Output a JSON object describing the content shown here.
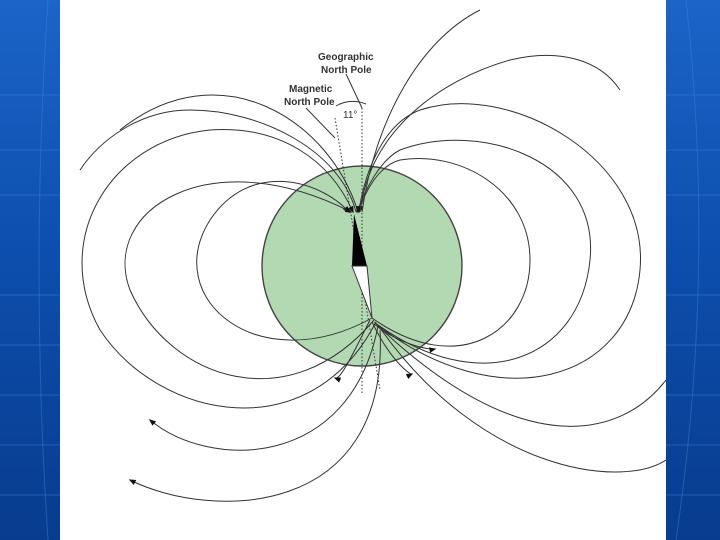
{
  "labels": {
    "geographic_line1": "Geographic",
    "geographic_line2": "North Pole",
    "magnetic_line1": "Magnetic",
    "magnetic_line2": "North Pole",
    "angle": "11°"
  },
  "colors": {
    "earth_fill": "#b3d9b3",
    "earth_stroke": "#444444",
    "field_line": "#333333",
    "background_blue": "#0d4fae",
    "slide_bg": "#ffffff"
  }
}
